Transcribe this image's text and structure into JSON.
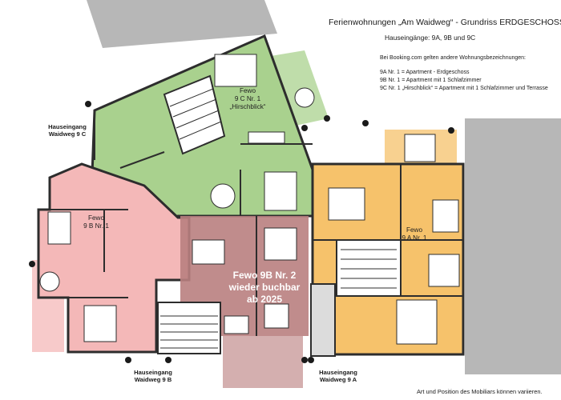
{
  "header": {
    "title": "Ferienwohnungen „Am Waidweg“ - Grundriss ERDGESCHOSS",
    "entrances": "Hauseingänge: 9A, 9B und 9C",
    "booking_note": "Bei Booking.com gelten andere Wohnungsbezeichnungen:",
    "mapping": [
      "9A Nr. 1 = Apartment - Erdgeschoss",
      "9B Nr. 1 = Apartment mit 1 Schlafzimmer",
      "9C Nr. 1 „Hirschblick“ = Apartment mit 1 Schlafzimmer und Terrasse"
    ]
  },
  "apartments": {
    "c": {
      "line1": "Fewo",
      "line2": "9 C Nr. 1",
      "line3": "„Hirschblick“",
      "color": "#a9d18e"
    },
    "b1": {
      "line1": "Fewo",
      "line2": "9 B Nr. 1",
      "color": "#f4b8b8"
    },
    "a": {
      "line1": "Fewo",
      "line2": "9 A Nr. 1",
      "color": "#f6c26b"
    },
    "b2": {
      "line1": "Fewo 9B Nr. 2",
      "line2": "wieder buchbar",
      "line3": "ab 2025",
      "color": "#b98080"
    }
  },
  "entrances": {
    "c": {
      "line1": "Hauseingang",
      "line2": "Waidweg 9 C"
    },
    "b": {
      "line1": "Hauseingang",
      "line2": "Waidweg 9 B"
    },
    "a": {
      "line1": "Hauseingang",
      "line2": "Waidweg 9 A"
    }
  },
  "footer": "Art und Position des Mobiliars können variieren.",
  "colors": {
    "grey_area": "#b7b7b7",
    "wall": "#2d2d2d"
  }
}
